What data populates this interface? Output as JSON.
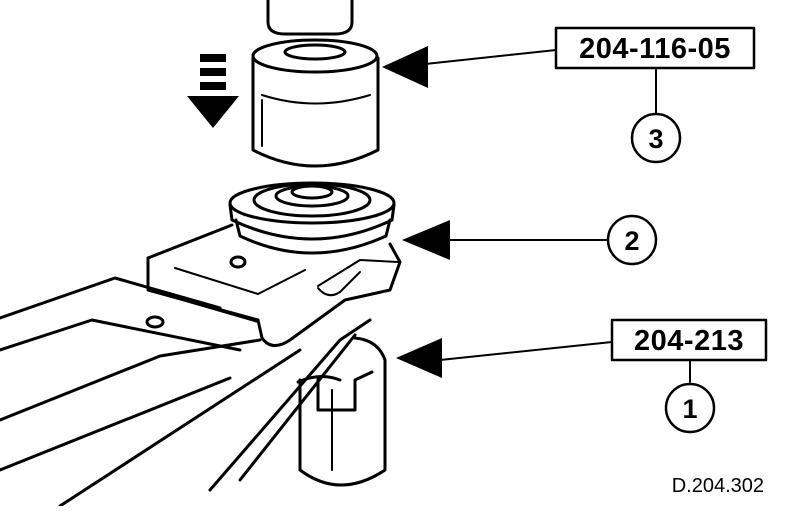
{
  "figure": {
    "reference": "D.204.302",
    "tool_labels": {
      "upper": "204-116-05",
      "lower": "204-213"
    },
    "callouts": {
      "one": "1",
      "two": "2",
      "three": "3"
    },
    "colors": {
      "ink": "#000000",
      "paper": "#ffffff"
    }
  }
}
